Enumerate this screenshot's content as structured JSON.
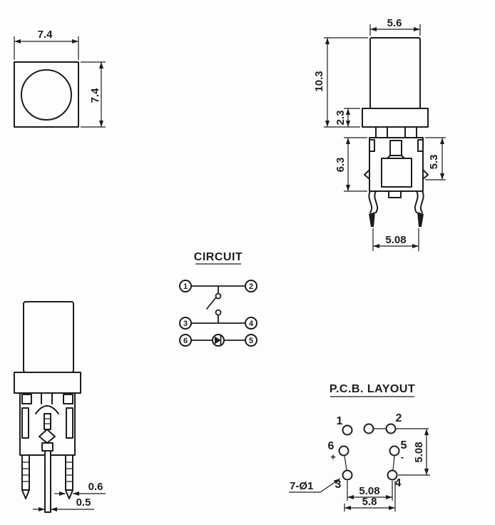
{
  "colors": {
    "line": "#1c1c1c",
    "background": "#fdfdfd"
  },
  "top_view": {
    "width_label": "7.4",
    "height_label": "7.4"
  },
  "front_view": {
    "cap_width": "5.6",
    "overall_height": "10.3",
    "collar_height": "2.3",
    "body_height": "6.3",
    "inner_height": "5.3",
    "lead_pitch": "5.08"
  },
  "side_view": {
    "lead_width": "0.6",
    "center_lead_width": "0.5"
  },
  "circuit": {
    "title": "CIRCUIT",
    "t1": "1",
    "t2": "2",
    "t3": "3",
    "t4": "4",
    "t5": "5",
    "t6": "6"
  },
  "pcb": {
    "title": "P.C.B. LAYOUT",
    "hole_note": "7-Ø1",
    "p1": "1",
    "p2": "2",
    "p3": "3",
    "p4": "4",
    "p5": "5",
    "p6": "6",
    "polarity_plus": "+",
    "polarity_minus": "-",
    "pitch_vertical": "5.08",
    "pitch_horizontal": "5.08",
    "outer_span": "5.8"
  }
}
